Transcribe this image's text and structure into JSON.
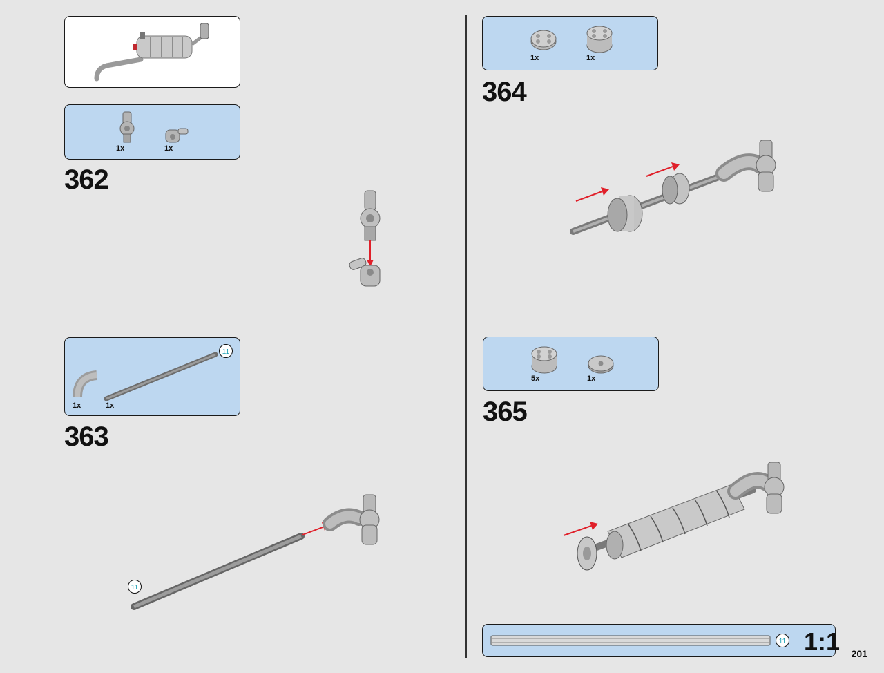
{
  "page_number": "201",
  "scale_label": "1:1",
  "steps": [
    {
      "number": "362",
      "parts": [
        {
          "qty": "1x",
          "icon": "axle-connector-icon"
        },
        {
          "qty": "1x",
          "icon": "pin-connector-icon"
        }
      ]
    },
    {
      "number": "363",
      "parts": [
        {
          "qty": "1x",
          "icon": "curved-tube-icon"
        },
        {
          "qty": "1x",
          "icon": "axle-11-icon",
          "length": "11"
        }
      ]
    },
    {
      "number": "364",
      "parts": [
        {
          "qty": "1x",
          "icon": "round-plate-icon"
        },
        {
          "qty": "1x",
          "icon": "round-brick-icon"
        }
      ]
    },
    {
      "number": "365",
      "parts": [
        {
          "qty": "5x",
          "icon": "round-brick-icon"
        },
        {
          "qty": "1x",
          "icon": "round-tile-icon"
        }
      ]
    }
  ],
  "axle_length_labels": {
    "step363_callout": "11",
    "step363_model": "11",
    "ruler": "11"
  },
  "colors": {
    "panel": "#bdd7f0",
    "arrow": "#e0202a",
    "part_grey": "#a9a9a9",
    "background": "#e6e6e6"
  }
}
